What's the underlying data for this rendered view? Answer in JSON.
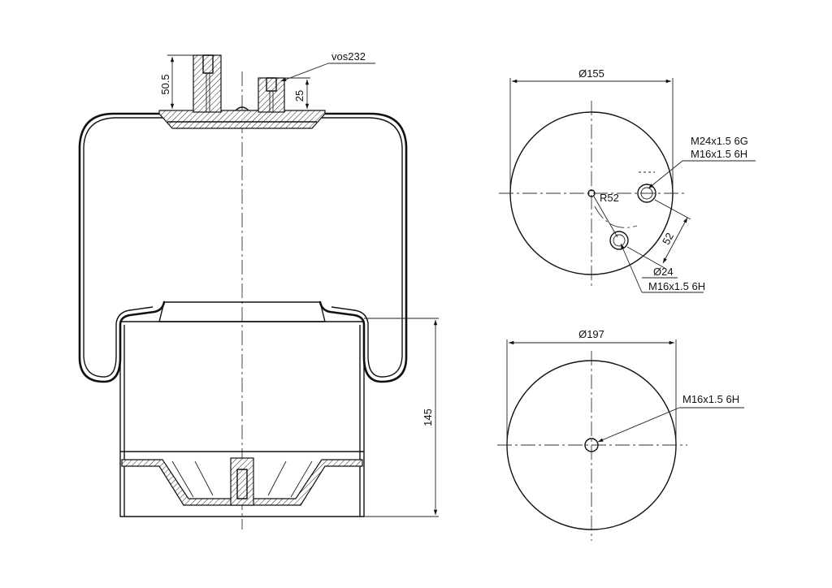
{
  "labels": {
    "valve_ref": "vos232",
    "height_top_stud": "50.5",
    "height_valve": "25",
    "height_piston": "145",
    "top_plate_diameter": "Ø155",
    "thread_main": "M24x1.5 6G",
    "thread_sub": "M16x1.5 6H",
    "radius": "R52",
    "spacing": "52",
    "bore_diameter": "Ø24",
    "thread_lower": "M16x1.5 6H",
    "bottom_diameter": "Ø197",
    "thread_bottom": "M16x1.5 6H"
  }
}
